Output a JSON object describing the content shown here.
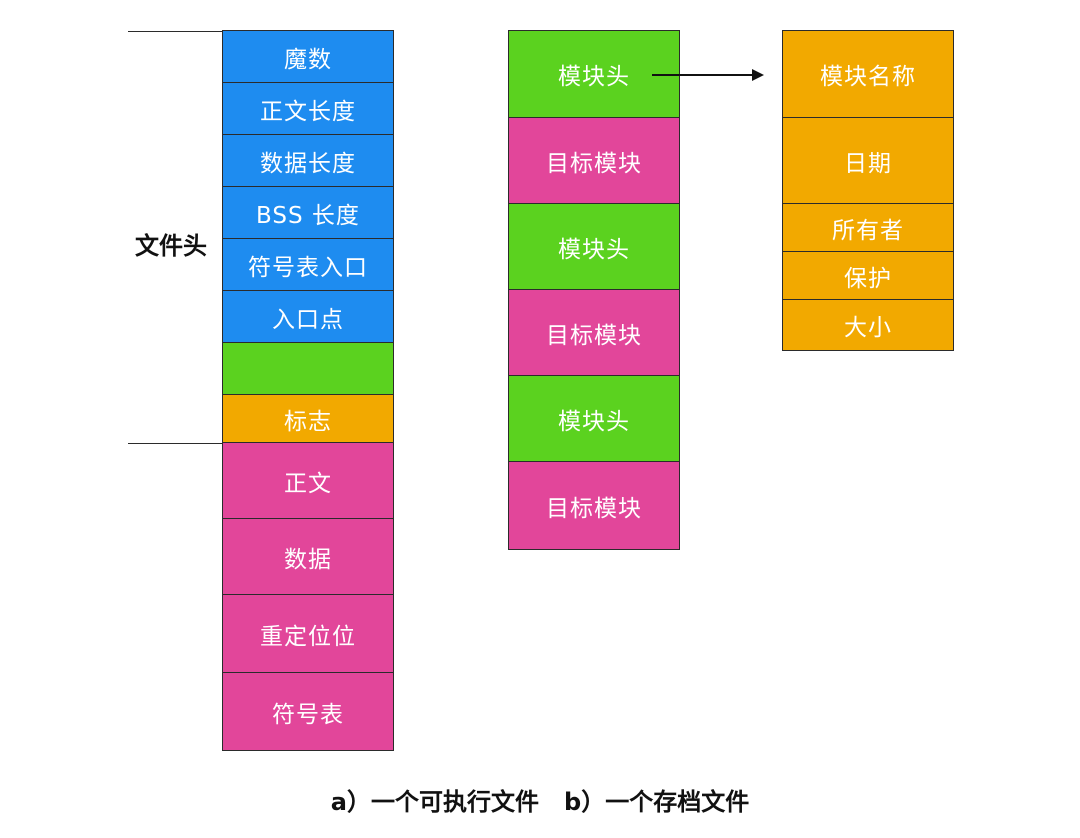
{
  "file_header": {
    "label": "文件头"
  },
  "executable": {
    "header_cells": [
      "魔数",
      "正文长度",
      "数据长度",
      "BSS 长度",
      "符号表入口",
      "入口点",
      "",
      "标志"
    ],
    "body_cells": [
      "正文",
      "数据",
      "重定位位",
      "符号表"
    ]
  },
  "archive": {
    "cells": [
      "模块头",
      "目标模块",
      "模块头",
      "目标模块",
      "模块头",
      "目标模块"
    ]
  },
  "module_header": {
    "cells": [
      "模块名称",
      "日期",
      "所有者",
      "保护",
      "大小"
    ]
  },
  "caption": {
    "part_a": "a）一个可执行文件",
    "part_b": "b）一个存档文件"
  },
  "colors": {
    "header_fields": "#1e8cf0",
    "module_header": "#5bd21f",
    "flags": "#f2a900",
    "sections": "#e2469a"
  }
}
